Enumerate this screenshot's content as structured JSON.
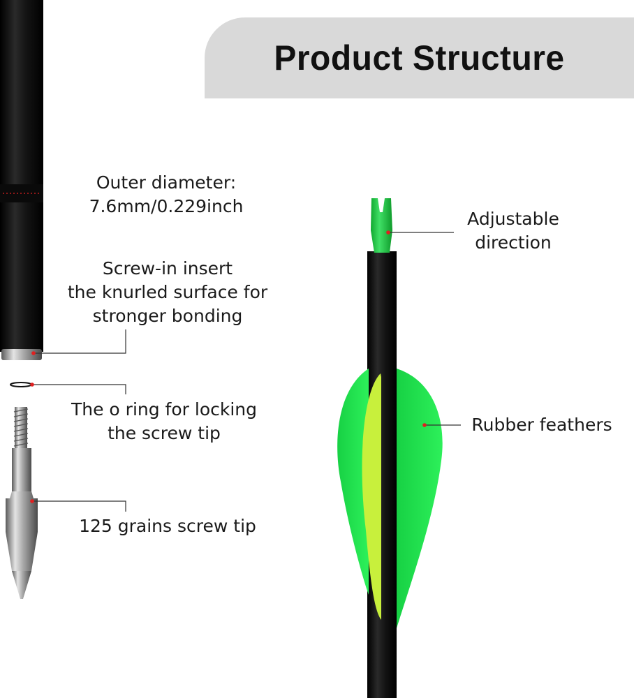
{
  "title": "Product Structure",
  "labels": {
    "outer_diameter": {
      "line1": "Outer diameter:",
      "line2": "7.6mm/0.229inch"
    },
    "insert": {
      "line1": "Screw-in insert",
      "line2": "the knurled surface for",
      "line3": "stronger bonding"
    },
    "o_ring": {
      "line1": "The o ring for locking",
      "line2": "the screw tip"
    },
    "screw_tip": {
      "line1": "125 grains screw tip"
    },
    "nock": {
      "line1": "Adjustable",
      "line2": "direction"
    },
    "feathers": {
      "line1": "Rubber feathers"
    }
  },
  "colors": {
    "banner": "#d9d9d9",
    "shaft": "#111111",
    "nock": "#22c73a",
    "vane": "#22e04a",
    "vane_edge": "#c9f23a",
    "marker": "#e02020"
  }
}
